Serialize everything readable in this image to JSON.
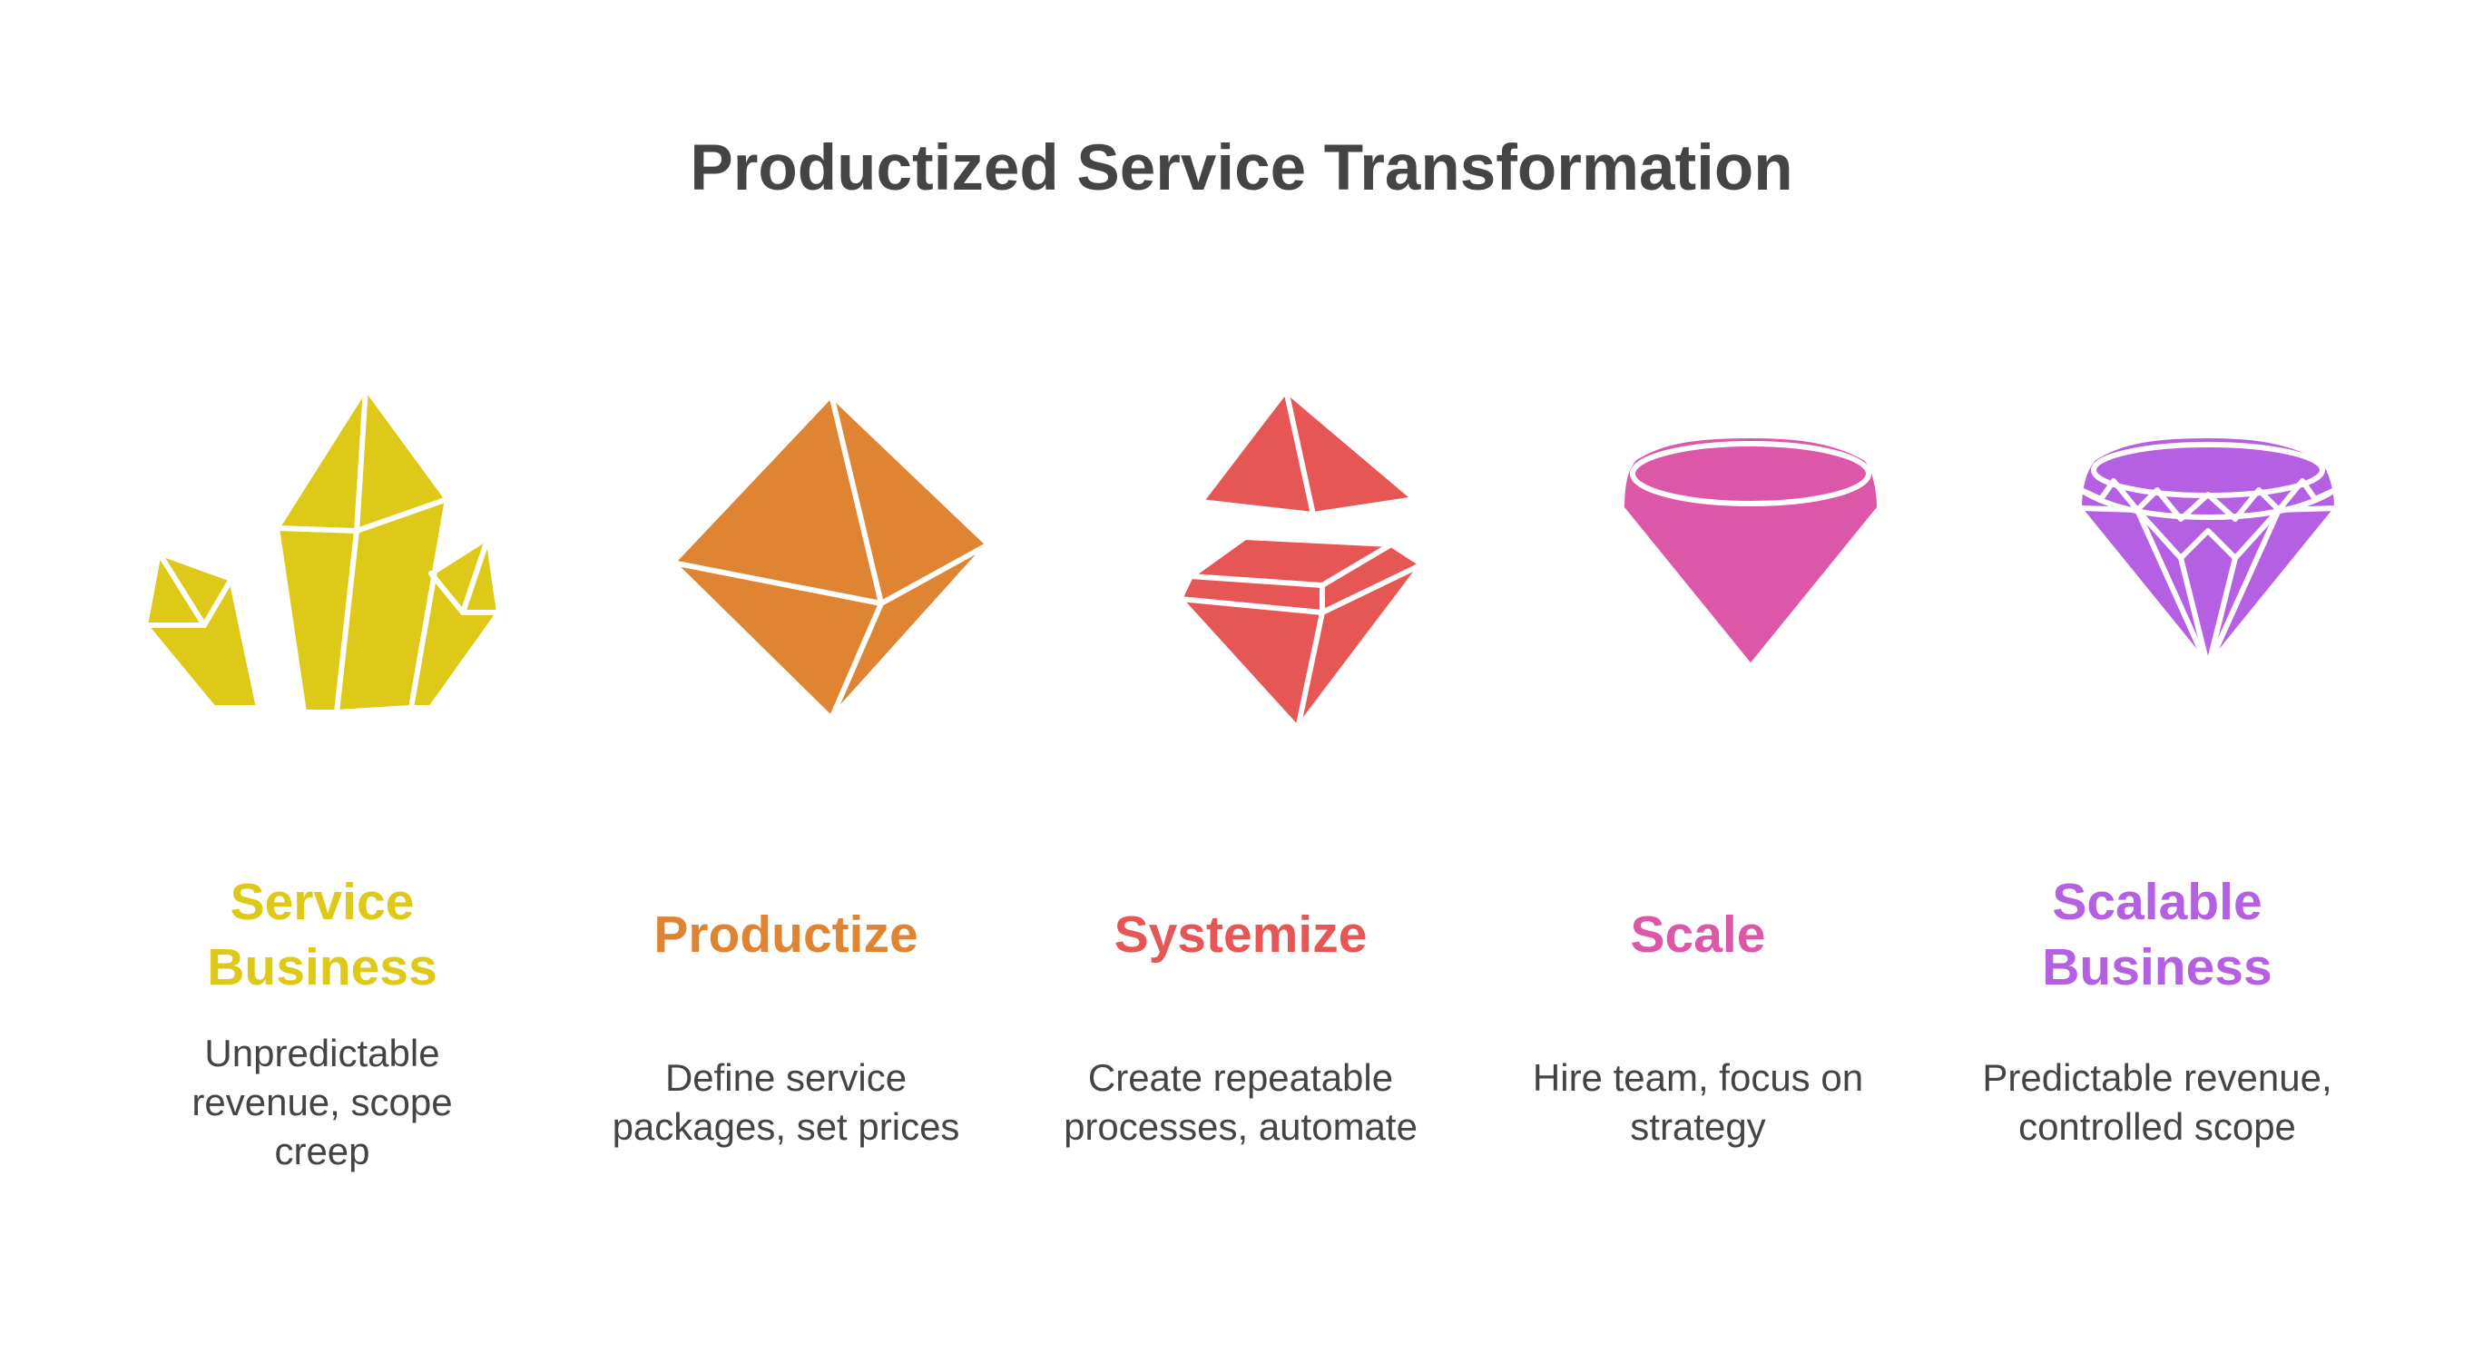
{
  "title": "Productized Service Transformation",
  "steps": [
    {
      "label": "Service\nBusiness",
      "description": "Unpredictable\nrevenue, scope\ncreep",
      "color": "#dfc918",
      "icon": "crystal-cluster-icon"
    },
    {
      "label": "Productize",
      "description": "Define service\npackages, set prices",
      "color": "#df8433",
      "icon": "octahedron-icon"
    },
    {
      "label": "Systemize",
      "description": "Create repeatable\nprocesses, automate",
      "color": "#e55654",
      "icon": "split-gem-icon"
    },
    {
      "label": "Scale",
      "description": "Hire team, focus on\nstrategy",
      "color": "#dd57a8",
      "icon": "simple-diamond-icon"
    },
    {
      "label": "Scalable\nBusiness",
      "description": "Predictable revenue,\ncontrolled scope",
      "color": "#b55fe3",
      "icon": "faceted-diamond-icon"
    }
  ]
}
